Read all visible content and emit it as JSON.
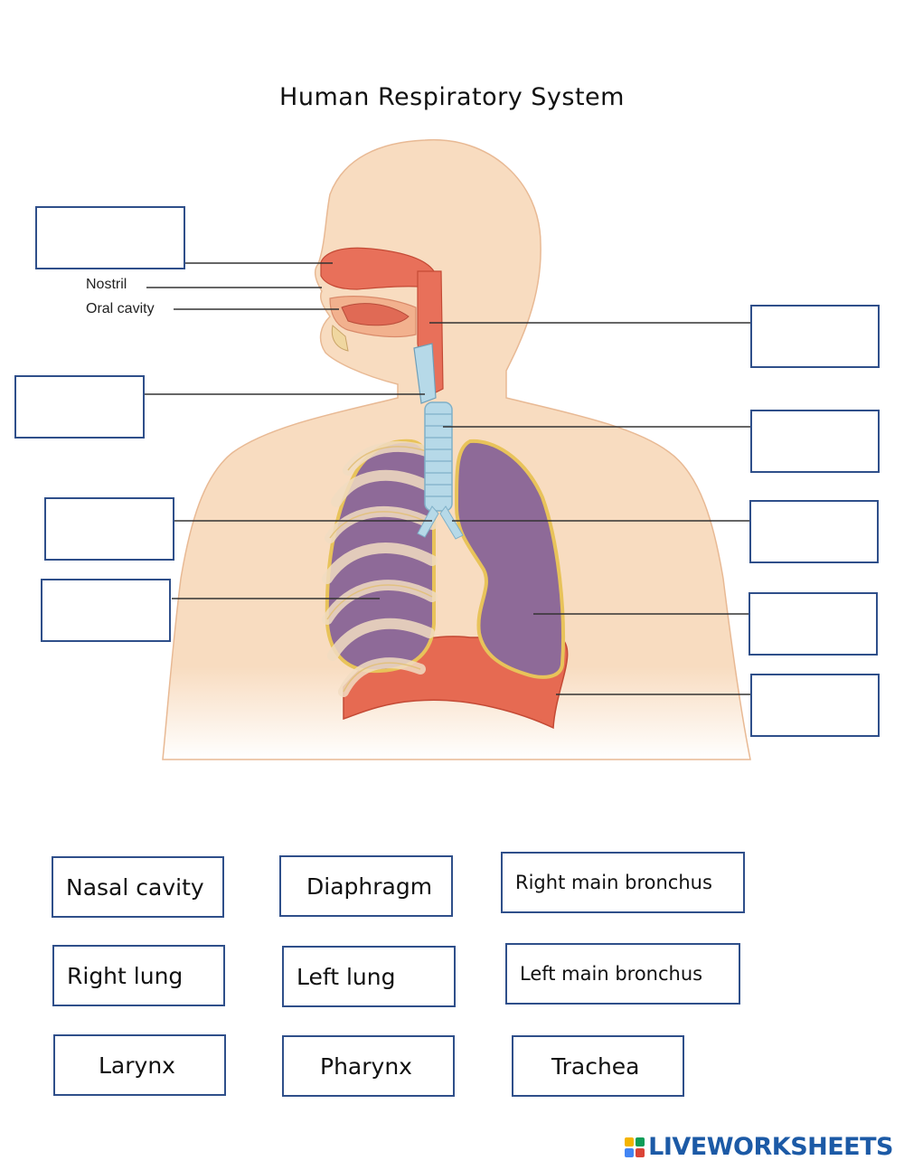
{
  "title": "Human Respiratory System",
  "diagram_labels": {
    "nostril": "Nostril",
    "oral_cavity": "Oral cavity"
  },
  "word_bank": [
    {
      "id": "nasal-cavity",
      "label": "Nasal cavity"
    },
    {
      "id": "diaphragm",
      "label": "Diaphragm"
    },
    {
      "id": "right-main-bronchus",
      "label": "Right main bronchus"
    },
    {
      "id": "right-lung",
      "label": "Right lung"
    },
    {
      "id": "left-lung",
      "label": "Left lung"
    },
    {
      "id": "left-main-bronchus",
      "label": "Left main bronchus"
    },
    {
      "id": "larynx",
      "label": "Larynx"
    },
    {
      "id": "pharynx",
      "label": "Pharynx"
    },
    {
      "id": "trachea",
      "label": "Trachea"
    }
  ],
  "brand": {
    "name": "LIVEWORKSHEETS",
    "icon": "liveworksheets-logo-icon",
    "color": "#1c5aa6"
  },
  "colors": {
    "box_border": "#2f4f8a",
    "skin": "#f8dcc0",
    "lung": "#8e6a98",
    "airway": "#b6d9e8",
    "tissue": "#e8705a"
  }
}
